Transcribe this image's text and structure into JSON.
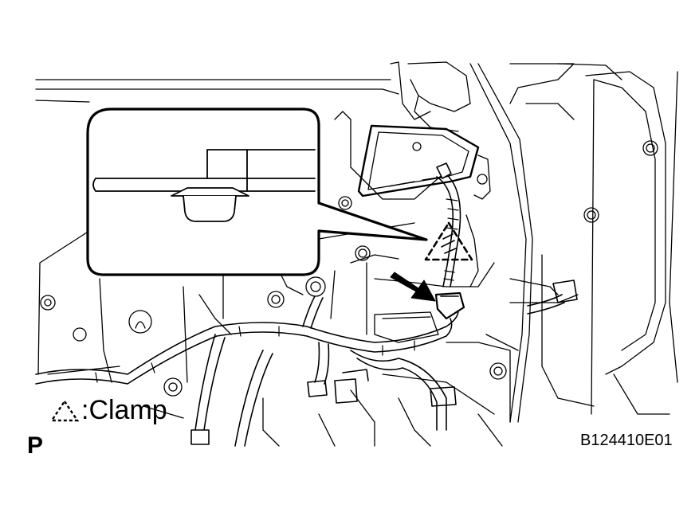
{
  "legend": {
    "symbol": "dashed-triangle-icon",
    "label": "Clamp"
  },
  "view_letter": "P",
  "figure_code": "B124410E01",
  "colors": {
    "line": "#000000",
    "background": "#ffffff"
  }
}
